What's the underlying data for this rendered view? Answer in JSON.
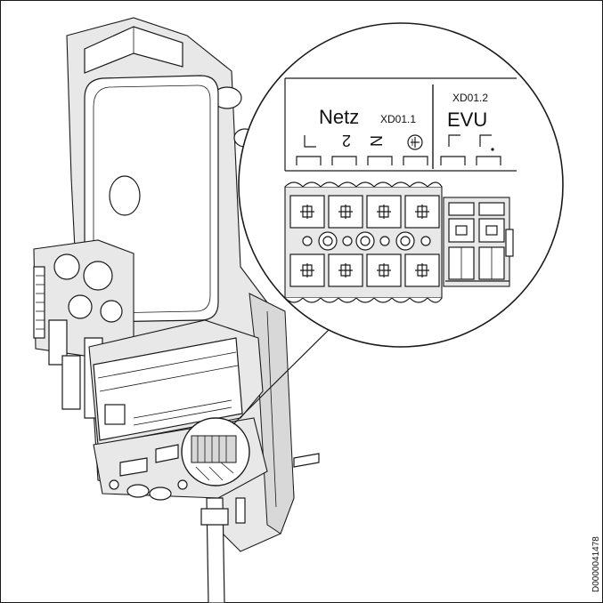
{
  "zoom_labels": {
    "group1_title": "Netz",
    "group1_code": "XD01.1",
    "group2_title": "EVU",
    "group2_code": "XD01.2"
  },
  "terminals": [
    {
      "label": "L",
      "group": "Netz"
    },
    {
      "label": "2",
      "group": "Netz"
    },
    {
      "label": "N",
      "group": "Netz"
    },
    {
      "label": "PE",
      "group": "Netz"
    },
    {
      "label": "L",
      "group": "EVU"
    },
    {
      "label": "L'",
      "group": "EVU"
    }
  ],
  "figure_id": "D0000041478"
}
